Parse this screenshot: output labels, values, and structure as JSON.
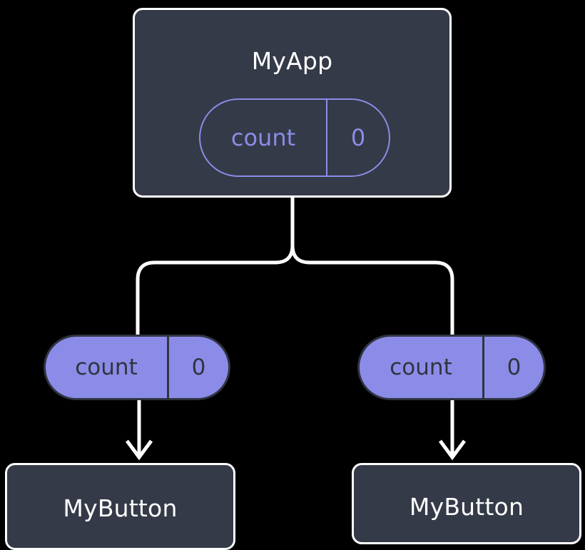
{
  "diagram": {
    "type": "component-state-tree",
    "background_color": "#000000",
    "colors": {
      "node_fill": "#343a47",
      "node_border": "#ffffff",
      "node_text": "#ffffff",
      "state_accent": "#8b8ce8",
      "state_text_dark": "#2f3440",
      "edge": "#ffffff"
    },
    "root": {
      "title": "MyApp",
      "state": {
        "key": "count",
        "value": "0"
      }
    },
    "children": [
      {
        "state": {
          "key": "count",
          "value": "0"
        },
        "title": "MyButton"
      },
      {
        "state": {
          "key": "count",
          "value": "0"
        },
        "title": "MyButton"
      }
    ],
    "edges": [
      {
        "from": "MyApp",
        "to": "left-count-pill",
        "style": "orthogonal-rounded",
        "arrow": false
      },
      {
        "from": "MyApp",
        "to": "right-count-pill",
        "style": "orthogonal-rounded",
        "arrow": false
      },
      {
        "from": "left-count-pill",
        "to": "left-MyButton",
        "style": "straight",
        "arrow": true
      },
      {
        "from": "right-count-pill",
        "to": "right-MyButton",
        "style": "straight",
        "arrow": true
      }
    ]
  }
}
